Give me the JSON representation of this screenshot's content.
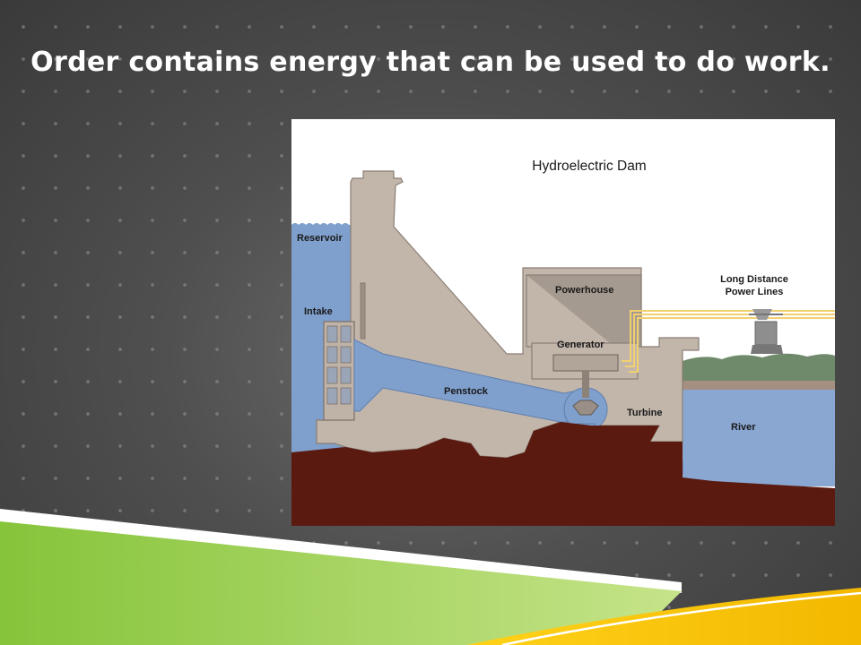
{
  "slide": {
    "title": "Order contains energy that can be used to do work."
  },
  "diagram": {
    "title": "Hydroelectric Dam",
    "labels": {
      "reservoir": "Reservoir",
      "intake": "Intake",
      "penstock": "Penstock",
      "powerhouse": "Powerhouse",
      "generator": "Generator",
      "turbine": "Turbine",
      "river": "River",
      "power_lines_1": "Long Distance",
      "power_lines_2": "Power Lines"
    }
  },
  "colors": {
    "water": "#7f9fcc",
    "dam": "#bfb3a8",
    "ground": "#5a1a10",
    "deco_green": "#8cc63f",
    "deco_yellow": "#f5c400"
  }
}
